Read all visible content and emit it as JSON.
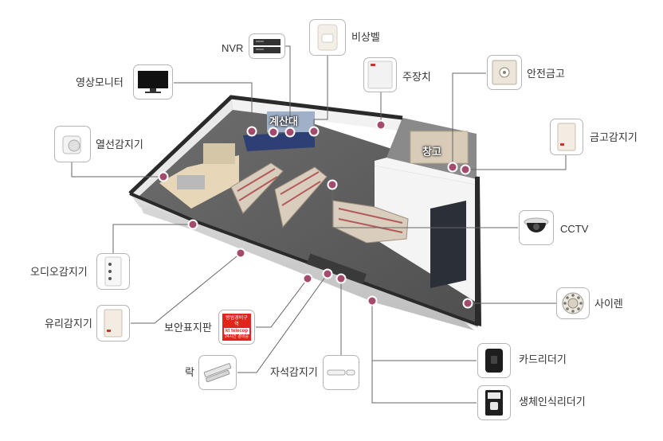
{
  "rooms": {
    "counter": "계산대",
    "storage": "창고"
  },
  "devices": {
    "nvr": "NVR",
    "emergency_bell": "비상벨",
    "main_unit": "주장치",
    "safe": "안전금고",
    "monitor": "영상모니터",
    "thermal_sensor": "열선감지기",
    "safe_sensor": "금고감지기",
    "cctv": "CCTV",
    "audio_sensor": "오디오감지기",
    "glass_sensor": "유리감지기",
    "security_sign": "보안표지판",
    "siren": "사이렌",
    "lock": "락",
    "magnetic_sensor": "자석감지기",
    "card_reader": "카드리더기",
    "biometric_reader": "생체인식리더기"
  },
  "sign_text": {
    "top": "방범경비구역",
    "brand": "kt telecop",
    "bottom": "24시간 경비중"
  },
  "colors": {
    "marker": "#a34a6d",
    "line": "#666666"
  }
}
